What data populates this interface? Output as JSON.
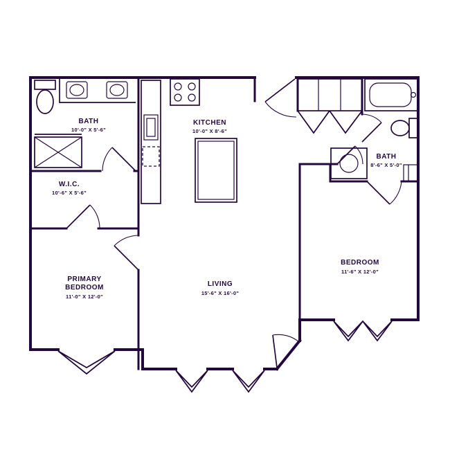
{
  "plan": {
    "title": "two-bedroom-apartment-floor-plan",
    "line_color": "#23083d",
    "background_color": "#ffffff",
    "rooms": {
      "bath1": {
        "label": "BATH",
        "dims": "10'-0\" X 5'-6\""
      },
      "wic": {
        "label": "W.I.C.",
        "dims": "10'-6\" X 5'-6\""
      },
      "primary_bedroom": {
        "line1": "PRIMARY",
        "line2": "BEDROOM",
        "dims": "11'-0\" X 12'-0\""
      },
      "kitchen": {
        "label": "KITCHEN",
        "dims": "10'-0\" X 8'-6\""
      },
      "living": {
        "label": "LIVING",
        "dims": "15'-6\" X 16'-0\""
      },
      "bath2": {
        "label": "BATH",
        "dims": "8'-6\" X 5'-0\""
      },
      "bedroom2": {
        "label": "BEDROOM",
        "dims": "11'-6\" X 12'-0\""
      }
    },
    "fixtures": [
      "toilet",
      "double-vanity",
      "shower",
      "range",
      "kitchen-island",
      "sink",
      "dishwasher",
      "bathtub",
      "round-sink-vanity",
      "linen-closet",
      "entry-closet"
    ],
    "symbols": [
      "door-swing-arc",
      "casement-window"
    ]
  }
}
